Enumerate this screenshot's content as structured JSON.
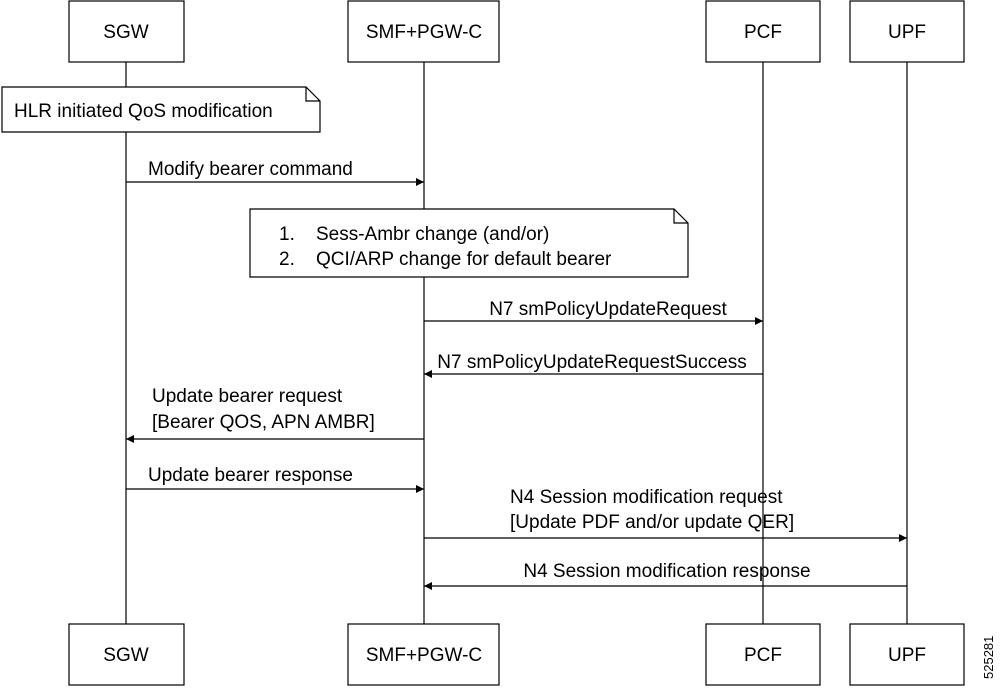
{
  "participants": [
    {
      "id": "sgw",
      "label": "SGW"
    },
    {
      "id": "smf",
      "label": "SMF+PGW-C"
    },
    {
      "id": "pcf",
      "label": "PCF"
    },
    {
      "id": "upf",
      "label": "UPF"
    }
  ],
  "notes": [
    {
      "id": "note-hlr",
      "lines": [
        "HLR initiated QoS modification"
      ]
    },
    {
      "id": "note-changes",
      "lines": [
        "1.    Sess-Ambr change (and/or)",
        "2.    QCI/ARP change for default bearer"
      ]
    }
  ],
  "messages": [
    {
      "from": "sgw",
      "to": "smf",
      "lines": [
        "Modify bearer command"
      ]
    },
    {
      "from": "smf",
      "to": "pcf",
      "lines": [
        "N7 smPolicyUpdateRequest"
      ]
    },
    {
      "from": "pcf",
      "to": "smf",
      "lines": [
        "N7 smPolicyUpdateRequestSuccess"
      ]
    },
    {
      "from": "smf",
      "to": "sgw",
      "lines": [
        "Update bearer request",
        "[Bearer QOS, APN AMBR]"
      ]
    },
    {
      "from": "sgw",
      "to": "smf",
      "lines": [
        "Update bearer response"
      ]
    },
    {
      "from": "smf",
      "to": "upf",
      "lines": [
        "N4 Session modification request",
        "[Update PDF and/or update QER]"
      ]
    },
    {
      "from": "upf",
      "to": "smf",
      "lines": [
        "N4 Session modification response"
      ]
    }
  ],
  "figure_id": "525281"
}
